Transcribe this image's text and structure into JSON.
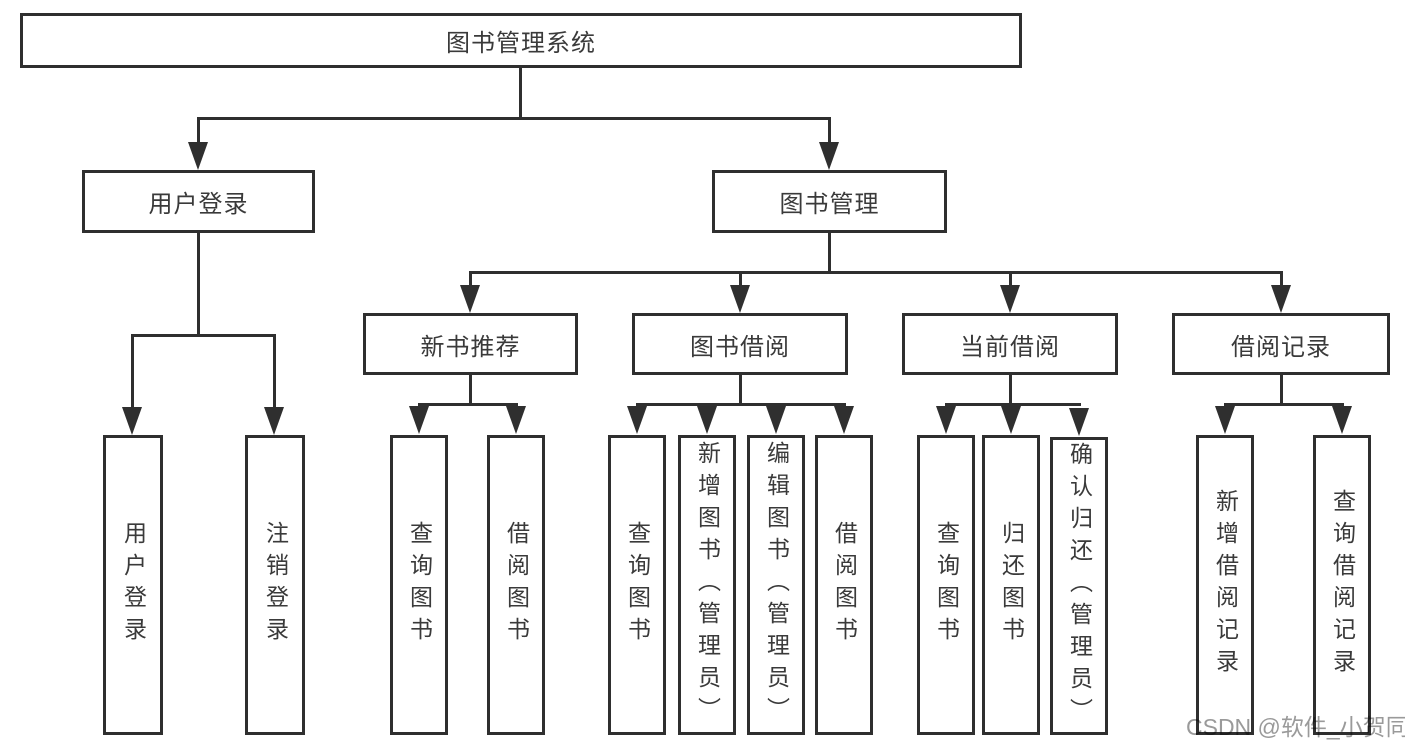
{
  "diagram": {
    "root": {
      "label": "图书管理系统"
    },
    "level2": [
      {
        "label": "用户登录"
      },
      {
        "label": "图书管理"
      }
    ],
    "level3": [
      {
        "label": "新书推荐"
      },
      {
        "label": "图书借阅"
      },
      {
        "label": "当前借阅"
      },
      {
        "label": "借阅记录"
      }
    ],
    "leaves": {
      "user_login": [
        "用户登录",
        "注销登录"
      ],
      "new_book_recommend": [
        "查询图书",
        "借阅图书"
      ],
      "book_borrow": [
        "查询图书",
        "新增图书（管理员）",
        "编辑图书（管理员）",
        "借阅图书"
      ],
      "current_borrow": [
        "查询图书",
        "归还图书",
        "确认归还（管理员）"
      ],
      "borrow_records": [
        "新增借阅记录",
        "查询借阅记录"
      ]
    }
  },
  "watermark": {
    "text": "CSDN @软件_小贺同学"
  },
  "colors": {
    "line": "#2f2f2f",
    "text": "#3a3a3a",
    "watermark": "#9a9a9a",
    "background": "#ffffff"
  }
}
